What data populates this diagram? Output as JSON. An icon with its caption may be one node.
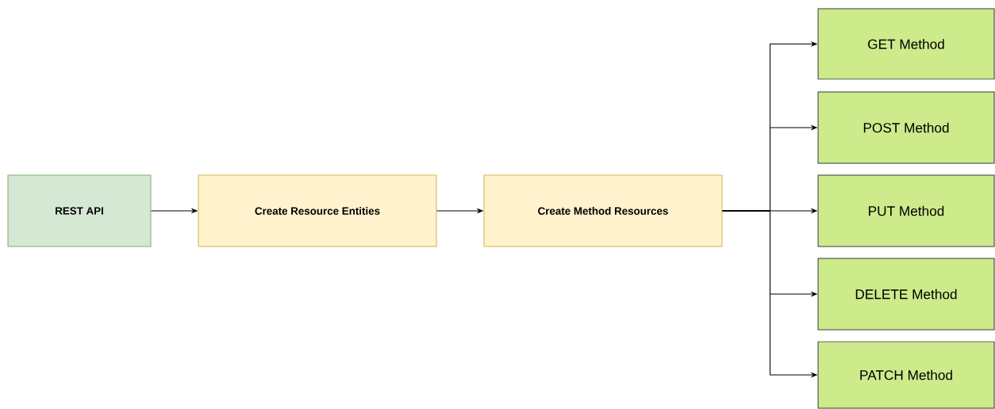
{
  "diagram": {
    "nodes": [
      {
        "text": [
          "REST API"
        ]
      },
      {
        "text": [
          "Create Resource Entities"
        ]
      },
      {
        "text": [
          "Create Method Resources"
        ]
      },
      {
        "text": [
          "GET Method"
        ]
      },
      {
        "text": [
          "POST Method"
        ]
      },
      {
        "text": [
          "PUT Method"
        ]
      },
      {
        "text": [
          "DELETE Method"
        ]
      },
      {
        "text": [
          "PATCH Method"
        ]
      }
    ],
    "edges": [
      {
        "from": 0,
        "to": 1,
        "arrow": "to"
      },
      {
        "from": 1,
        "to": 2,
        "arrow": "to"
      },
      {
        "from": 2,
        "to": 3,
        "arrow": "to"
      },
      {
        "from": 2,
        "to": 4,
        "arrow": "to"
      },
      {
        "from": 2,
        "to": 5,
        "arrow": "to"
      },
      {
        "from": 2,
        "to": 6,
        "arrow": "to"
      },
      {
        "from": 2,
        "to": 7,
        "arrow": "to"
      }
    ]
  }
}
